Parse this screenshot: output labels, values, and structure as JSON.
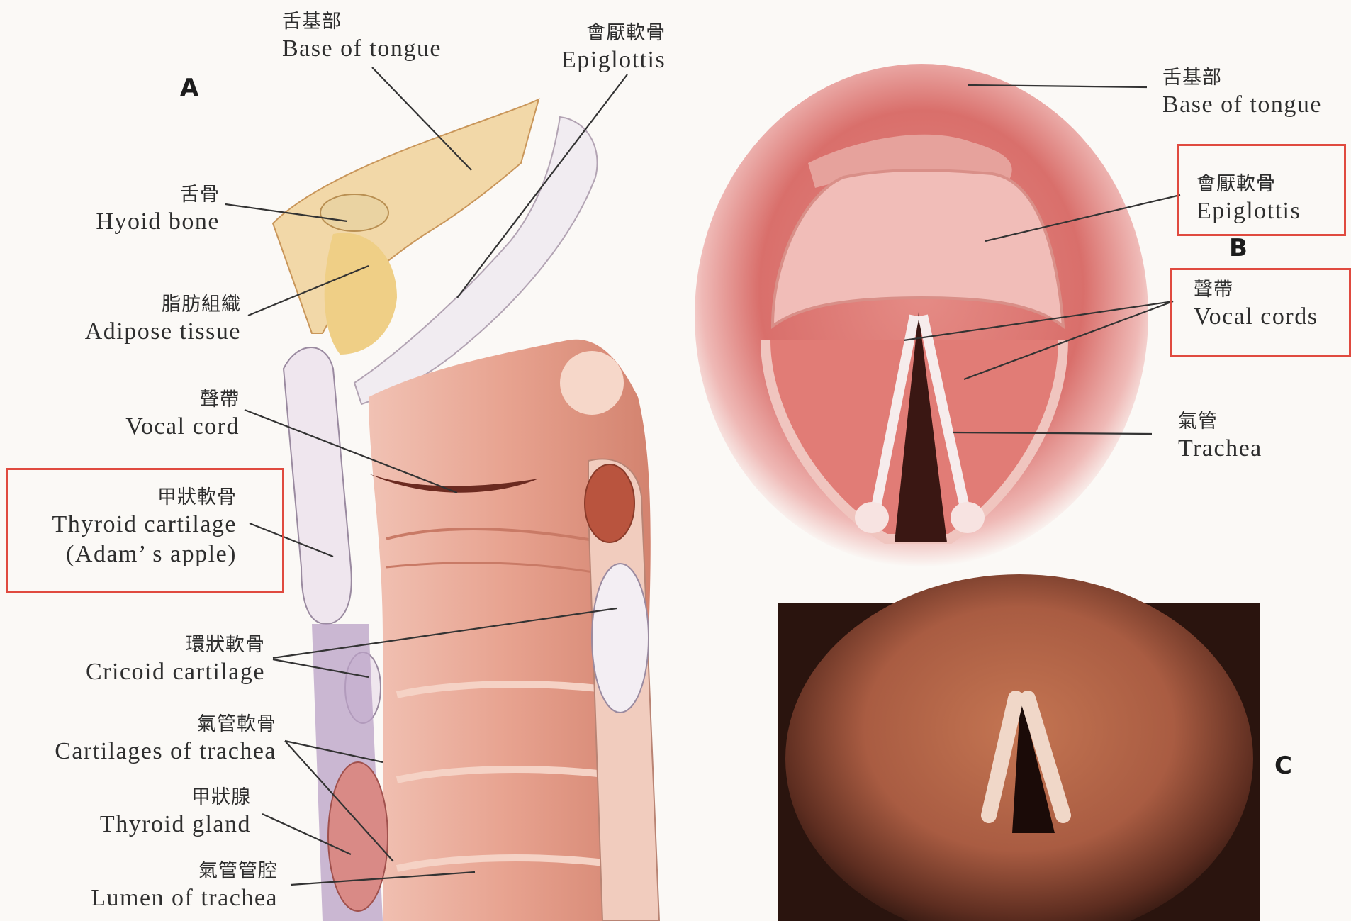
{
  "panels": {
    "a": "A",
    "b": "B",
    "c": "C"
  },
  "labels_a": {
    "base_of_tongue": {
      "zh": "舌基部",
      "en": "Base of tongue"
    },
    "epiglottis": {
      "zh": "會厭軟骨",
      "en": "Epiglottis"
    },
    "hyoid_bone": {
      "zh": "舌骨",
      "en": "Hyoid bone"
    },
    "adipose_tissue": {
      "zh": "脂肪組織",
      "en": "Adipose tissue"
    },
    "vocal_cord": {
      "zh": "聲帶",
      "en": "Vocal cord"
    },
    "thyroid_cartilage": {
      "zh": "甲狀軟骨",
      "en": "Thyroid cartilage",
      "en2": "(Adam’ s apple)"
    },
    "cricoid_cartilage": {
      "zh": "環狀軟骨",
      "en": "Cricoid cartilage"
    },
    "cartilages_of_trachea": {
      "zh": "氣管軟骨",
      "en": "Cartilages of trachea"
    },
    "thyroid_gland": {
      "zh": "甲狀腺",
      "en": "Thyroid gland"
    },
    "lumen_of_trachea": {
      "zh": "氣管管腔",
      "en": "Lumen of trachea"
    }
  },
  "labels_b": {
    "base_of_tongue": {
      "zh": "舌基部",
      "en": "Base of tongue"
    },
    "epiglottis": {
      "zh": "會厭軟骨",
      "en": "Epiglottis"
    },
    "vocal_cords": {
      "zh": "聲帶",
      "en": "Vocal cords"
    },
    "trachea": {
      "zh": "氣管",
      "en": "Trachea"
    }
  },
  "colors": {
    "highlight_box": "#e04a3f",
    "tissue_pink": "#e9a79c",
    "tissue_dark": "#c96a5f",
    "cartilage": "#efe6ee",
    "fat_yellow": "#efcf86",
    "leader_line": "#333333"
  }
}
